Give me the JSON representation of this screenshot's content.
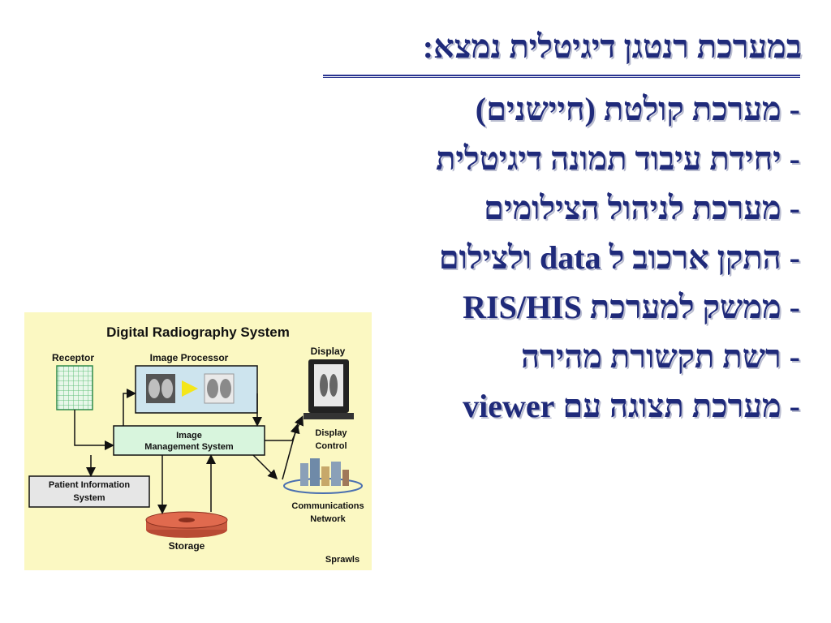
{
  "slide": {
    "title": "במערכת רנטגן דיגיטלית נמצא:",
    "bullets": [
      "- מערכת קולטת (חיישנים)",
      "- יחידת עיבוד תמונה דיגיטלית",
      "- מערכת לניהול הצילומים",
      "- התקן ארכוב ל data ולצילום",
      "- ממשק למערכת RIS/HIS",
      "- רשת תקשורת מהירה",
      "- מערכת תצוגה עם viewer"
    ]
  },
  "diagram": {
    "title": "Digital Radiography System",
    "receptor": "Receptor",
    "image_processor": "Image Processor",
    "display": "Display",
    "ims_line1": "Image",
    "ims_line2": "Management System",
    "display_control_line1": "Display",
    "display_control_line2": "Control",
    "pis_line1": "Patient Information",
    "pis_line2": "System",
    "comm_line1": "Communications",
    "comm_line2": "Network",
    "storage": "Storage",
    "credit": "Sprawls",
    "colors": {
      "background": "#fbf8c2",
      "ims_box": "#d8f5dd",
      "processor_box": "#cde4ee",
      "receptor_grid": "#62c07a",
      "storage_disk": "#e06a4e",
      "arrow_highlight": "#f4e61a"
    }
  }
}
